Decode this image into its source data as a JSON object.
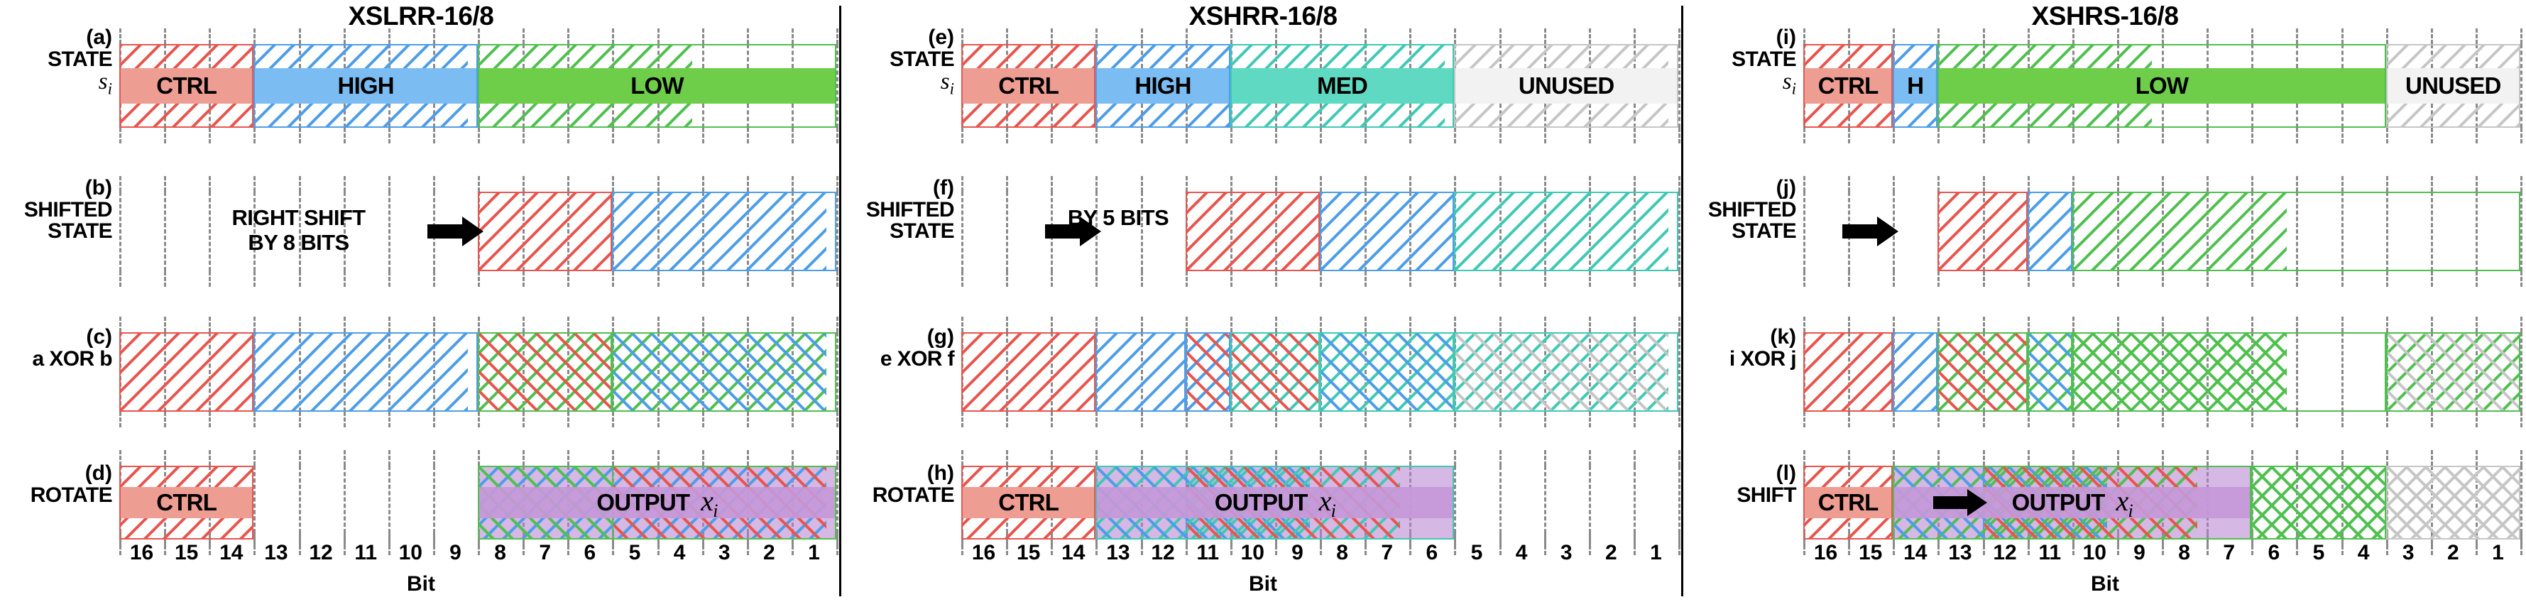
{
  "colors": {
    "ctrl": "#e8554e",
    "ctrl_fill": "#ee9d92",
    "high": "#4d9de8",
    "high_fill": "#7bbcf2",
    "low": "#4fc04f",
    "low_fill": "#6ece4a",
    "med": "#3fc9b5",
    "med_fill": "#5fd9c2",
    "unused": "#c6c6c6",
    "unused_fill": "#f2f2f2",
    "output": "#b68fd0",
    "output_fill": "#c79bd8",
    "tick": "#8a8a8a",
    "black": "#000000",
    "white": "#ffffff"
  },
  "axis": {
    "title": "Bit",
    "bits": [
      "16",
      "15",
      "14",
      "13",
      "12",
      "11",
      "10",
      "9",
      "8",
      "7",
      "6",
      "5",
      "4",
      "3",
      "2",
      "1"
    ]
  },
  "panels": [
    {
      "id": "xslrr",
      "title": "XSLRR-16/8",
      "rows": [
        {
          "tag": "(a)",
          "name": "STATE",
          "sub": "s",
          "sub_idx": "i",
          "kind": "state",
          "segments": [
            {
              "label": "CTRL",
              "from": 16,
              "to": 14,
              "color": "ctrl",
              "fill": "ctrl_fill",
              "hatch": "ctrl",
              "style": "solid"
            },
            {
              "label": "HIGH",
              "from": 13,
              "to": 9,
              "color": "high",
              "fill": "high_fill",
              "hatch": "high",
              "style": "solid"
            },
            {
              "label": "LOW",
              "from": 8,
              "to": 1,
              "color": "low",
              "fill": "low_fill",
              "hatch": "low",
              "style": "solid"
            }
          ]
        },
        {
          "tag": "(b)",
          "name": "SHIFTED\nSTATE",
          "kind": "shifted",
          "op_text": "RIGHT SHIFT\nBY  8 BITS",
          "op_from": 15,
          "op_to": 10,
          "arrow_from": 9,
          "arrow_to": 9,
          "segments": [
            {
              "label": "",
              "from": 8,
              "to": 6,
              "color": "ctrl",
              "hatch": "ctrl",
              "style": "hatch"
            },
            {
              "label": "",
              "from": 5,
              "to": 1,
              "color": "high",
              "hatch": "high",
              "style": "hatch"
            }
          ]
        },
        {
          "tag": "(c)",
          "name": "a XOR b",
          "kind": "xor",
          "segments": [
            {
              "label": "",
              "from": 16,
              "to": 14,
              "color": "ctrl",
              "hatch": "ctrl",
              "style": "hatch"
            },
            {
              "label": "",
              "from": 13,
              "to": 9,
              "color": "high",
              "hatch": "high",
              "style": "hatch"
            },
            {
              "label": "",
              "from": 8,
              "to": 6,
              "color": "low",
              "hatch": "low",
              "hatch2": "ctrl",
              "style": "cross"
            },
            {
              "label": "",
              "from": 5,
              "to": 1,
              "color": "low",
              "hatch": "low",
              "hatch2": "high",
              "style": "cross"
            }
          ]
        },
        {
          "tag": "(d)",
          "name": "ROTATE",
          "kind": "output",
          "segments": [
            {
              "label": "CTRL",
              "from": 16,
              "to": 14,
              "color": "ctrl",
              "fill": "ctrl_fill",
              "hatch": "ctrl",
              "style": "solid"
            },
            {
              "label": "OUTPUT",
              "xi": "x",
              "xi_idx": "i",
              "from": 8,
              "to": 1,
              "color": "low",
              "fill": "output_fill",
              "hatch": "low",
              "hatch2": "ctrl",
              "hatch3": "high",
              "style": "output-split",
              "split_at": 5
            }
          ]
        }
      ]
    },
    {
      "id": "xshrr",
      "title": "XSHRR-16/8",
      "rows": [
        {
          "tag": "(e)",
          "name": "STATE",
          "sub": "s",
          "sub_idx": "i",
          "kind": "state",
          "segments": [
            {
              "label": "CTRL",
              "from": 16,
              "to": 14,
              "color": "ctrl",
              "fill": "ctrl_fill",
              "hatch": "ctrl",
              "style": "solid"
            },
            {
              "label": "HIGH",
              "from": 13,
              "to": 11,
              "color": "high",
              "fill": "high_fill",
              "hatch": "high",
              "style": "solid"
            },
            {
              "label": "MED",
              "from": 10,
              "to": 6,
              "color": "med",
              "fill": "med_fill",
              "hatch": "med",
              "style": "solid"
            },
            {
              "label": "UNUSED",
              "from": 5,
              "to": 1,
              "color": "unused",
              "fill": "unused_fill",
              "hatch": "unused",
              "style": "solid"
            }
          ]
        },
        {
          "tag": "(f)",
          "name": "SHIFTED\nSTATE",
          "kind": "shifted",
          "op_text": "BY 5 BITS",
          "op_from": 14,
          "op_to": 12,
          "arrow_from": 14,
          "arrow_to": 14,
          "segments": [
            {
              "label": "",
              "from": 11,
              "to": 9,
              "color": "ctrl",
              "hatch": "ctrl",
              "style": "hatch"
            },
            {
              "label": "",
              "from": 8,
              "to": 6,
              "color": "high",
              "hatch": "high",
              "style": "hatch"
            },
            {
              "label": "",
              "from": 5,
              "to": 1,
              "color": "med",
              "hatch": "med",
              "style": "hatch"
            }
          ]
        },
        {
          "tag": "(g)",
          "name": "e XOR f",
          "kind": "xor",
          "segments": [
            {
              "label": "",
              "from": 16,
              "to": 14,
              "color": "ctrl",
              "hatch": "ctrl",
              "style": "hatch"
            },
            {
              "label": "",
              "from": 13,
              "to": 12,
              "color": "high",
              "hatch": "high",
              "style": "hatch"
            },
            {
              "label": "",
              "from": 11,
              "to": 11,
              "color": "high",
              "hatch": "high",
              "hatch2": "ctrl",
              "style": "cross"
            },
            {
              "label": "",
              "from": 10,
              "to": 9,
              "color": "med",
              "hatch": "med",
              "hatch2": "ctrl",
              "style": "cross"
            },
            {
              "label": "",
              "from": 8,
              "to": 6,
              "color": "med",
              "hatch": "med",
              "hatch2": "high",
              "style": "cross"
            },
            {
              "label": "",
              "from": 5,
              "to": 1,
              "color": "med",
              "hatch": "med",
              "hatch2": "unused",
              "style": "cross"
            }
          ]
        },
        {
          "tag": "(h)",
          "name": "ROTATE",
          "kind": "output",
          "segments": [
            {
              "label": "CTRL",
              "from": 16,
              "to": 14,
              "color": "ctrl",
              "fill": "ctrl_fill",
              "hatch": "ctrl",
              "style": "solid"
            },
            {
              "label": "OUTPUT",
              "xi": "x",
              "xi_idx": "i",
              "from": 13,
              "to": 6,
              "color": "med",
              "fill": "output_fill",
              "hatch": "high",
              "hatch2": "ctrl",
              "hatch3": "med",
              "style": "output-split",
              "split_at": 11
            }
          ]
        }
      ]
    },
    {
      "id": "xshrs",
      "title": "XSHRS-16/8",
      "rows": [
        {
          "tag": "(i)",
          "name": "STATE",
          "sub": "s",
          "sub_idx": "i",
          "kind": "state",
          "segments": [
            {
              "label": "CTRL",
              "from": 16,
              "to": 15,
              "color": "ctrl",
              "fill": "ctrl_fill",
              "hatch": "ctrl",
              "style": "solid"
            },
            {
              "label": "H",
              "from": 14,
              "to": 14,
              "color": "high",
              "fill": "high_fill",
              "hatch": "high",
              "style": "solid"
            },
            {
              "label": "LOW",
              "from": 13,
              "to": 4,
              "color": "low",
              "fill": "low_fill",
              "hatch": "low",
              "style": "solid"
            },
            {
              "label": "UNUSED",
              "from": 3,
              "to": 1,
              "color": "unused",
              "fill": "unused_fill",
              "hatch": "unused",
              "style": "solid"
            }
          ]
        },
        {
          "tag": "(j)",
          "name": "SHIFTED\nSTATE",
          "kind": "shifted",
          "op_text": "",
          "op_from": 0,
          "op_to": 0,
          "arrow_from": 15,
          "arrow_to": 15,
          "segments": [
            {
              "label": "",
              "from": 13,
              "to": 12,
              "color": "ctrl",
              "hatch": "ctrl",
              "style": "hatch"
            },
            {
              "label": "",
              "from": 11,
              "to": 11,
              "color": "high",
              "hatch": "high",
              "style": "hatch"
            },
            {
              "label": "",
              "from": 10,
              "to": 1,
              "color": "low",
              "hatch": "low",
              "style": "hatch"
            }
          ]
        },
        {
          "tag": "(k)",
          "name": "i XOR j",
          "kind": "xor",
          "segments": [
            {
              "label": "",
              "from": 16,
              "to": 15,
              "color": "ctrl",
              "hatch": "ctrl",
              "style": "hatch"
            },
            {
              "label": "",
              "from": 14,
              "to": 14,
              "color": "high",
              "hatch": "high",
              "style": "hatch"
            },
            {
              "label": "",
              "from": 13,
              "to": 12,
              "color": "low",
              "hatch": "low",
              "hatch2": "ctrl",
              "style": "cross"
            },
            {
              "label": "",
              "from": 11,
              "to": 11,
              "color": "low",
              "hatch": "low",
              "hatch2": "high",
              "style": "cross"
            },
            {
              "label": "",
              "from": 10,
              "to": 4,
              "color": "low",
              "hatch": "low",
              "hatch2": "low",
              "style": "cross"
            },
            {
              "label": "",
              "from": 3,
              "to": 1,
              "color": "low",
              "hatch": "low",
              "hatch2": "unused",
              "style": "cross"
            }
          ]
        },
        {
          "tag": "(l)",
          "name": "SHIFT",
          "kind": "output",
          "has_arrow": true,
          "arrow_from": 13,
          "arrow_to": 13,
          "segments": [
            {
              "label": "CTRL",
              "from": 16,
              "to": 15,
              "color": "ctrl",
              "fill": "ctrl_fill",
              "hatch": "ctrl",
              "style": "solid"
            },
            {
              "label": "OUTPUT",
              "xi": "x",
              "xi_idx": "i",
              "from": 14,
              "to": 7,
              "color": "low",
              "fill": "output_fill",
              "hatch": "high",
              "hatch2": "ctrl",
              "hatch3": "low",
              "style": "output-split",
              "split_at": 12
            },
            {
              "label": "",
              "from": 6,
              "to": 4,
              "color": "low",
              "hatch": "low",
              "hatch2": "low",
              "style": "cross"
            },
            {
              "label": "",
              "from": 3,
              "to": 1,
              "color": "unused",
              "hatch": "unused",
              "hatch2": "unused",
              "style": "cross"
            }
          ]
        }
      ]
    }
  ]
}
